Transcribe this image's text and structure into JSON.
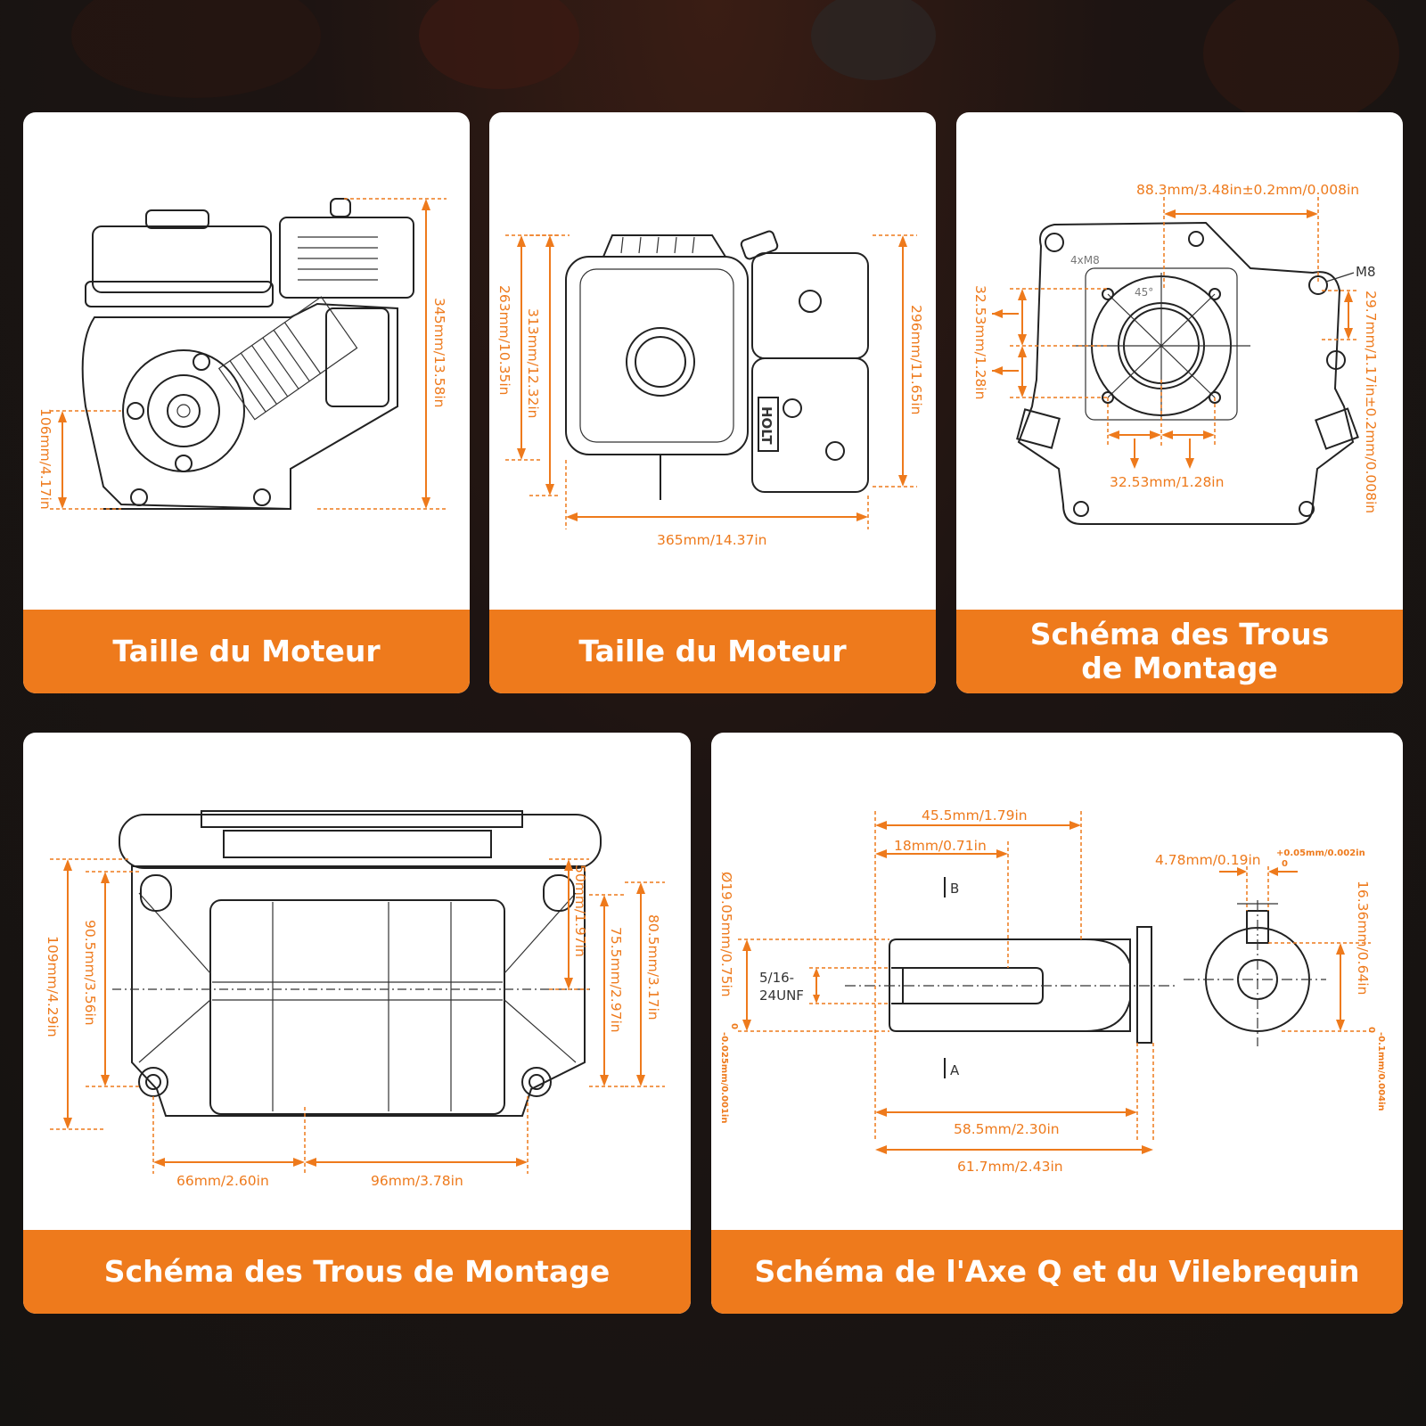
{
  "colors": {
    "accent": "#ee7a1c",
    "panel": "#ffffff",
    "background": "#171412",
    "line": "#222222"
  },
  "panels": {
    "p1": {
      "caption": "Taille du Moteur",
      "dims": {
        "height_total": "345mm/13.58in",
        "shaft_height": "106mm/4.17in"
      }
    },
    "p2": {
      "caption": "Taille du Moteur",
      "dims": {
        "height_tank": "263mm/10.35in",
        "height_body": "313mm/12.32in",
        "height_right": "296mm/11.65in",
        "width": "365mm/14.37in"
      },
      "brand": "HOLT"
    },
    "p3": {
      "caption_line1": "Schéma des Trous",
      "caption_line2": "de Montage",
      "dims": {
        "top": "88.3mm/3.48in±0.2mm/0.008in",
        "left": "32.53mm/1.28in",
        "right": "29.7mm/1.17in±0.2mm/0.008in",
        "bottom": "32.53mm/1.28in",
        "holes": "4xM8",
        "bolt": "M8",
        "angle": "45°"
      }
    },
    "p4": {
      "caption": "Schéma des Trous de Montage",
      "dims": {
        "h_total": "109mm/4.29in",
        "h_holes": "90.5mm/3.56in",
        "h_50": "50mm/1.97in",
        "h_75": "75.5mm/2.97in",
        "h_80": "80.5mm/3.17in",
        "w_66": "66mm/2.60in",
        "w_96": "96mm/3.78in"
      }
    },
    "p5": {
      "caption": "Schéma de l'Axe Q et du Vilebrequin",
      "dims": {
        "len_45": "45.5mm/1.79in",
        "len_18": "18mm/0.71in",
        "key": "4.78mm/0.19in",
        "key_tol_top": "+0.05mm/0.002in",
        "key_tol_bottom": "0",
        "diameter": "Ø19.05mm/0.75in",
        "diameter_tol_top": "0",
        "diameter_tol_bottom": "-0.025mm/0.001in",
        "thread_1": "5/16-",
        "thread_2": "24UNF",
        "keyway_depth": "16.36mm/0.64in",
        "keyway_tol_top": "0",
        "keyway_tol_bottom": "-0.1mm/0.004in",
        "len_58": "58.5mm/2.30in",
        "len_61": "61.7mm/2.43in",
        "section_b": "B",
        "section_a": "A"
      }
    }
  }
}
